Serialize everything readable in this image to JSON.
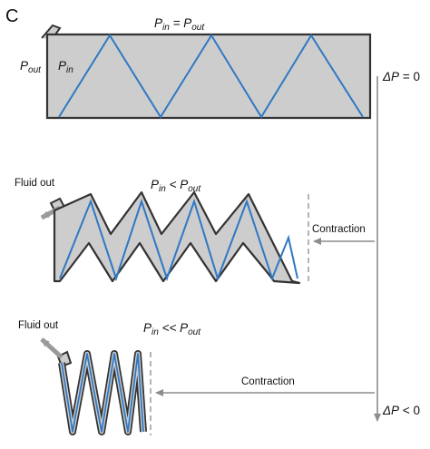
{
  "panel_label": "C",
  "stages": [
    {
      "pressure": {
        "p1": "P",
        "sub1": "in",
        "rel": " = ",
        "p2": "P",
        "sub2": "out"
      },
      "side_labels": {
        "out_p": "P",
        "out_sub": "out",
        "in_p": "P",
        "in_sub": "in"
      }
    },
    {
      "pressure": {
        "p1": "P",
        "sub1": "in",
        "rel": " < ",
        "p2": "P",
        "sub2": "out"
      },
      "fluid_label": "Fluid out",
      "arrow_label": "Contraction"
    },
    {
      "pressure": {
        "p1": "P",
        "sub1": "in",
        "rel": " << ",
        "p2": "P",
        "sub2": "out"
      },
      "fluid_label": "Fluid out",
      "arrow_label": "Contraction"
    }
  ],
  "delta_p": {
    "top": {
      "symbol": "ΔP",
      "rel": " = 0"
    },
    "bottom": {
      "symbol": "ΔP",
      "rel": " < 0"
    }
  },
  "colors": {
    "channel_fill": "#cdcdcd",
    "channel_stroke": "#333333",
    "fiber": "#2f78c4",
    "arrow": "#8c8c8c",
    "text": "#111111"
  }
}
